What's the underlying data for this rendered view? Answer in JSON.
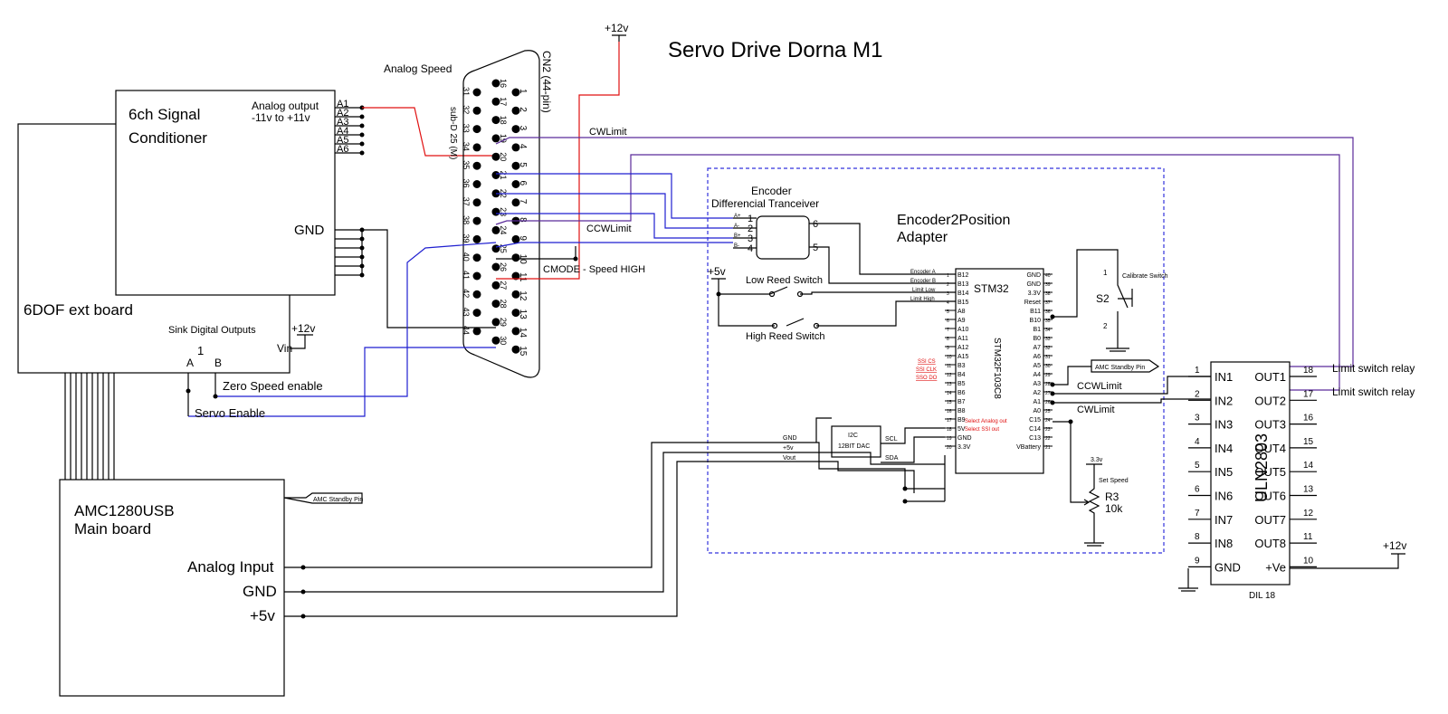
{
  "title": "Servo Drive Dorna M1",
  "signal_conditioner": {
    "title_line1": "6ch Signal",
    "title_line2": "Conditioner",
    "analog_line1": "Analog output",
    "analog_line2": "-11v to +11v",
    "pins": [
      "A1",
      "A2",
      "A3",
      "A4",
      "A5",
      "A6"
    ],
    "gnd": "GND"
  },
  "ext_board": {
    "title": "6DOF ext board",
    "sink_label": "Sink Digital Outputs",
    "sink_num": "1",
    "pin_a": "A",
    "pin_b": "B",
    "vin": "Vin",
    "v12": "+12v"
  },
  "connector": {
    "name": "CN2 (44-pin)",
    "type": "sub-D 25 (M)",
    "analog_speed": "Analog Speed",
    "col1": [
      "1",
      "2",
      "3",
      "4",
      "5",
      "6",
      "7",
      "8",
      "9",
      "10",
      "11",
      "12",
      "13",
      "14",
      "15"
    ],
    "col2": [
      "16",
      "17",
      "18",
      "19",
      "20",
      "21",
      "22",
      "23",
      "24",
      "25",
      "26",
      "27",
      "28",
      "29",
      "30"
    ],
    "col3": [
      "31",
      "32",
      "33",
      "34",
      "35",
      "36",
      "37",
      "38",
      "39",
      "40",
      "41",
      "42",
      "43",
      "44"
    ]
  },
  "top_supply": "+12v",
  "labels": {
    "cwlimit_top": "CWLimit",
    "ccwlimit_mid": "CCWLimit",
    "cmode": "CMODE - Speed HIGH",
    "zero_speed": "Zero Speed enable",
    "servo_enable": "Servo Enable"
  },
  "encoder": {
    "title_line1": "Encoder",
    "title_line2": "Differencial Tranceiver",
    "left_pins": [
      "A+",
      "A-",
      "B+",
      "B-"
    ],
    "left_nums": [
      "1",
      "2",
      "3",
      "4"
    ],
    "right_nums": [
      "6",
      "5"
    ]
  },
  "adapter": {
    "title_line1": "Encoder2Position",
    "title_line2": "Adapter",
    "plus5v": "+5v",
    "low_reed": "Low Reed Switch",
    "high_reed": "High Reed Switch"
  },
  "stm32": {
    "name": "STM32",
    "part": "STM32F103C8",
    "left_pins": [
      "B12",
      "B13",
      "B14",
      "B15",
      "A8",
      "A9",
      "A10",
      "A11",
      "A12",
      "A15",
      "B3",
      "B4",
      "B5",
      "B6",
      "B7",
      "B8",
      "B9",
      "5V",
      "GND",
      "3.3V"
    ],
    "left_nums": [
      "1",
      "2",
      "3",
      "4",
      "5",
      "6",
      "7",
      "8",
      "9",
      "10",
      "11",
      "12",
      "13",
      "14",
      "15",
      "16",
      "17",
      "18",
      "19",
      "20"
    ],
    "right_pins": [
      "GND",
      "GND",
      "3.3V",
      "Reset",
      "B11",
      "B10",
      "B1",
      "B0",
      "A7",
      "A6",
      "A5",
      "A4",
      "A3",
      "A2",
      "A1",
      "A0",
      "C15",
      "C14",
      "C13",
      "VBattery"
    ],
    "right_nums": [
      "40",
      "39",
      "38",
      "37",
      "36",
      "35",
      "34",
      "33",
      "32",
      "31",
      "30",
      "29",
      "28",
      "27",
      "26",
      "25",
      "24",
      "23",
      "22",
      "21"
    ],
    "sig_enc_a": "Encoder A",
    "sig_enc_b": "Encoder B",
    "sig_lim_low": "Limit Low",
    "sig_lim_high": "Limit High",
    "ssi_cs": "SSI CS",
    "ssi_clk": "SSI CLK",
    "ssi_do": "SSO DO",
    "sel_analog": "Select Analog out",
    "sel_ssi": "Select SSI out"
  },
  "dac": {
    "line1": "I2C",
    "line2": "12BIT DAC",
    "scl": "SCL",
    "sda": "SDA",
    "gnd": "GND",
    "p5v": "+5v",
    "vout": "Vout"
  },
  "calibrate": {
    "label": "Calibrate Switch",
    "name": "S2",
    "pin1": "1",
    "pin2": "2"
  },
  "pot": {
    "v33": "3.3v",
    "label": "Set Speed",
    "name": "R3",
    "value": "10k"
  },
  "amc_standby": "AMC Standby Pin",
  "ccwlimit_right": "CCWLimit",
  "cwlimit_right": "CWLimit",
  "uln": {
    "name": "ULN2803",
    "package": "DIL 18",
    "in_pins": [
      "IN1",
      "IN2",
      "IN3",
      "IN4",
      "IN5",
      "IN6",
      "IN7",
      "IN8",
      "GND"
    ],
    "in_nums": [
      "1",
      "2",
      "3",
      "4",
      "5",
      "6",
      "7",
      "8",
      "9"
    ],
    "out_pins": [
      "OUT1",
      "OUT2",
      "OUT3",
      "OUT4",
      "OUT5",
      "OUT6",
      "OUT7",
      "OUT8",
      "+Ve"
    ],
    "out_nums": [
      "18",
      "17",
      "16",
      "15",
      "14",
      "13",
      "12",
      "11",
      "10"
    ],
    "relay1": "Limit switch relay",
    "relay2": "Limit switch relay",
    "v12": "+12v"
  },
  "amc": {
    "title_line1": "AMC1280USB",
    "title_line2": "Main board",
    "standby": "AMC Standby Pin",
    "analog_input": "Analog Input",
    "gnd": "GND",
    "p5v": "+5v"
  }
}
